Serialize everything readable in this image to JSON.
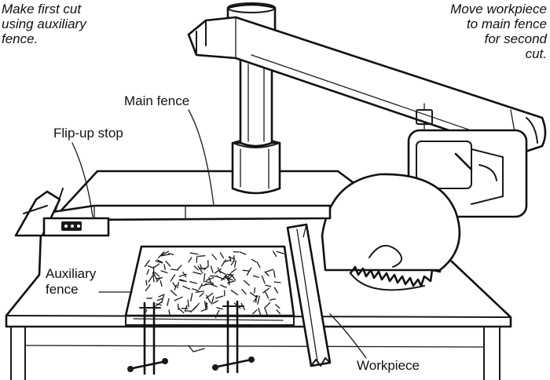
{
  "notes": {
    "left": [
      "Make first cut",
      "using auxiliary",
      "fence."
    ],
    "right": [
      "Move workpiece",
      "to main fence",
      "for second",
      "cut."
    ]
  },
  "labels": {
    "main_fence": "Main fence",
    "flip_up_stop": "Flip-up stop",
    "auxiliary_fence": [
      "Auxiliary",
      "fence"
    ],
    "workpiece": "Workpiece"
  },
  "colors": {
    "ink": "#1a1a1a",
    "paper": "#ffffff"
  }
}
